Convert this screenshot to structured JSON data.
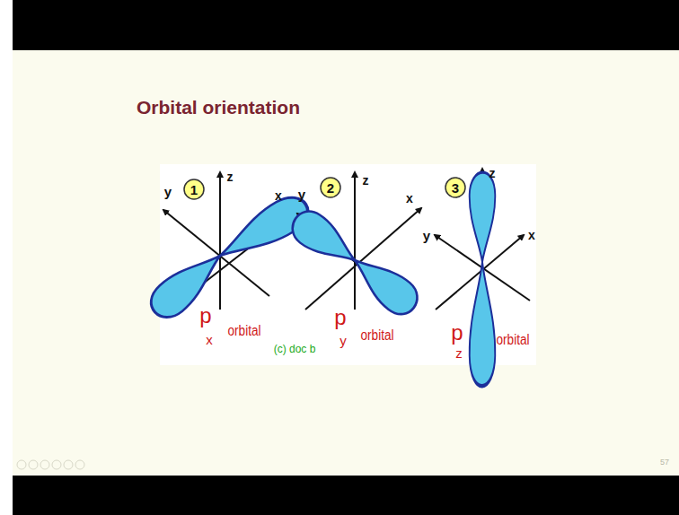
{
  "diagram": {
    "title": "Orbital orientation",
    "labels": [
      "1",
      "y",
      "z",
      "x",
      "p",
      "x",
      "orbital",
      "(c) doc b",
      "2",
      "y",
      "z",
      "x",
      "p",
      "y",
      "orbital",
      "3",
      "y",
      "z",
      "x",
      "p",
      "z",
      "orbital",
      "57"
    ]
  }
}
